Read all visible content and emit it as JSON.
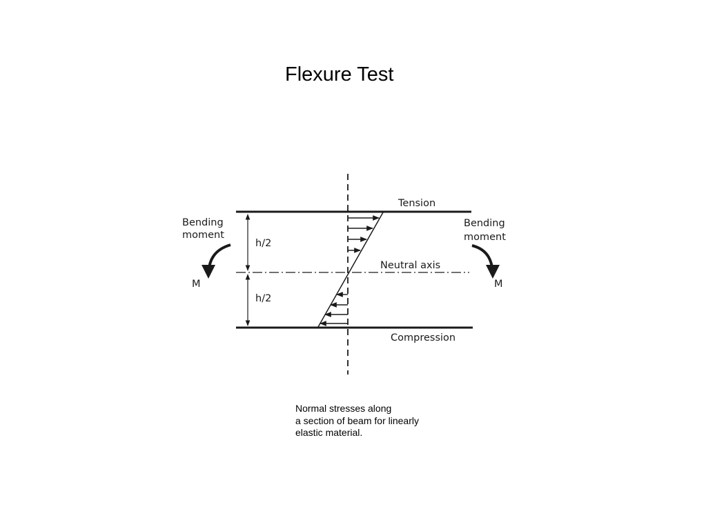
{
  "slide": {
    "title": "Flexure Test"
  },
  "diagram": {
    "labels": {
      "tension": "Tension",
      "compression": "Compression",
      "neutral_axis": "Neutral axis",
      "half_height_top": "h/2",
      "half_height_bottom": "h/2",
      "bending_left_line1": "Bending",
      "bending_left_line2": "moment",
      "bending_right_line1": "Bending",
      "bending_right_line2": "moment",
      "moment_left": "M",
      "moment_right": "M"
    },
    "colors": {
      "stroke": "#1a1a1a",
      "background": "#ffffff"
    }
  },
  "caption": {
    "line1": "Normal stresses along",
    "line2": "a section of beam for linearly",
    "line3": "elastic material."
  }
}
